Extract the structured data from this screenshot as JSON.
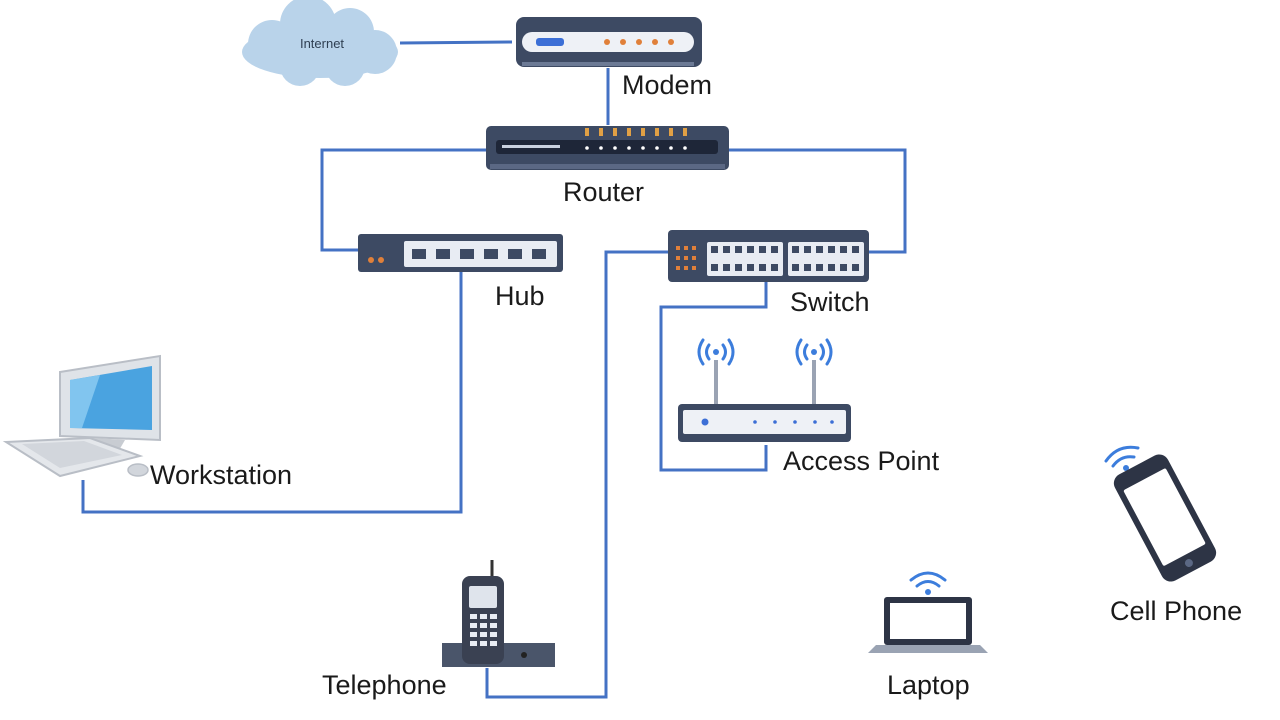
{
  "diagram": {
    "nodes": {
      "internet": {
        "label": "Internet",
        "icon": "cloud-icon"
      },
      "modem": {
        "label": "Modem",
        "icon": "modem-icon"
      },
      "router": {
        "label": "Router",
        "icon": "router-icon"
      },
      "hub": {
        "label": "Hub",
        "icon": "hub-icon"
      },
      "switch": {
        "label": "Switch",
        "icon": "switch-icon"
      },
      "access_point": {
        "label": "Access Point",
        "icon": "access-point-icon"
      },
      "workstation": {
        "label": "Workstation",
        "icon": "workstation-icon"
      },
      "telephone": {
        "label": "Telephone",
        "icon": "telephone-icon"
      },
      "laptop": {
        "label": "Laptop",
        "icon": "laptop-icon"
      },
      "cell_phone": {
        "label": "Cell Phone",
        "icon": "cell-phone-icon"
      }
    },
    "wired_links": [
      {
        "from": "Internet",
        "to": "Modem"
      },
      {
        "from": "Modem",
        "to": "Router"
      },
      {
        "from": "Router",
        "to": "Hub"
      },
      {
        "from": "Router",
        "to": "Switch"
      },
      {
        "from": "Hub",
        "to": "Workstation"
      },
      {
        "from": "Switch",
        "to": "Access Point"
      },
      {
        "from": "Switch",
        "to": "Telephone"
      }
    ],
    "wireless_devices": [
      "Laptop",
      "Cell Phone"
    ],
    "colors": {
      "link": "#4472c4",
      "device_dark": "#3d4a63",
      "device_light": "#e8ecf3",
      "led_orange": "#e0803a",
      "cloud": "#b9d3ea",
      "wifi": "#3c7ddc"
    }
  }
}
